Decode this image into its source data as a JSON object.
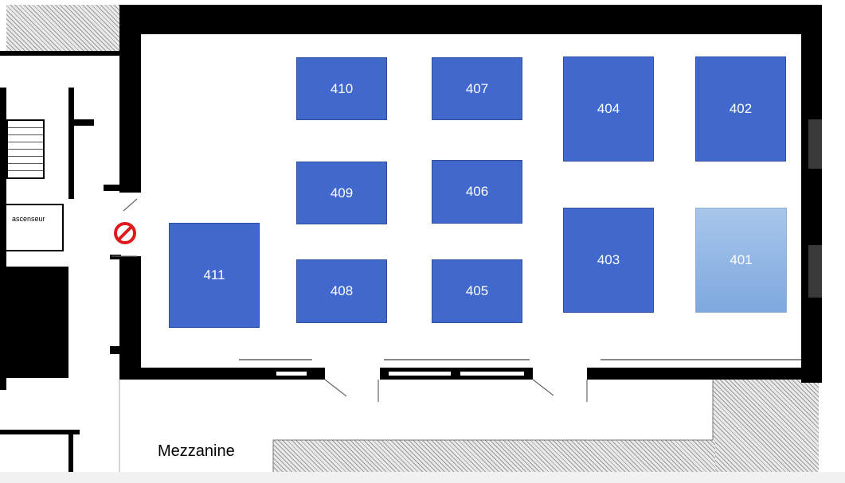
{
  "map": {
    "elevator_label": "ascenseur",
    "area_label": "Mezzanine",
    "no_entry_icon": "no-entry-icon",
    "selected_room": "401",
    "colors": {
      "room": "#4169cd",
      "room_selected": "#8fb4e6",
      "wall": "#000000",
      "no_entry": "#e0191c"
    },
    "rooms": [
      {
        "id": "410",
        "label": "410"
      },
      {
        "id": "407",
        "label": "407"
      },
      {
        "id": "404",
        "label": "404"
      },
      {
        "id": "402",
        "label": "402"
      },
      {
        "id": "409",
        "label": "409"
      },
      {
        "id": "406",
        "label": "406"
      },
      {
        "id": "411",
        "label": "411"
      },
      {
        "id": "408",
        "label": "408"
      },
      {
        "id": "405",
        "label": "405"
      },
      {
        "id": "403",
        "label": "403"
      },
      {
        "id": "401",
        "label": "401"
      }
    ]
  }
}
